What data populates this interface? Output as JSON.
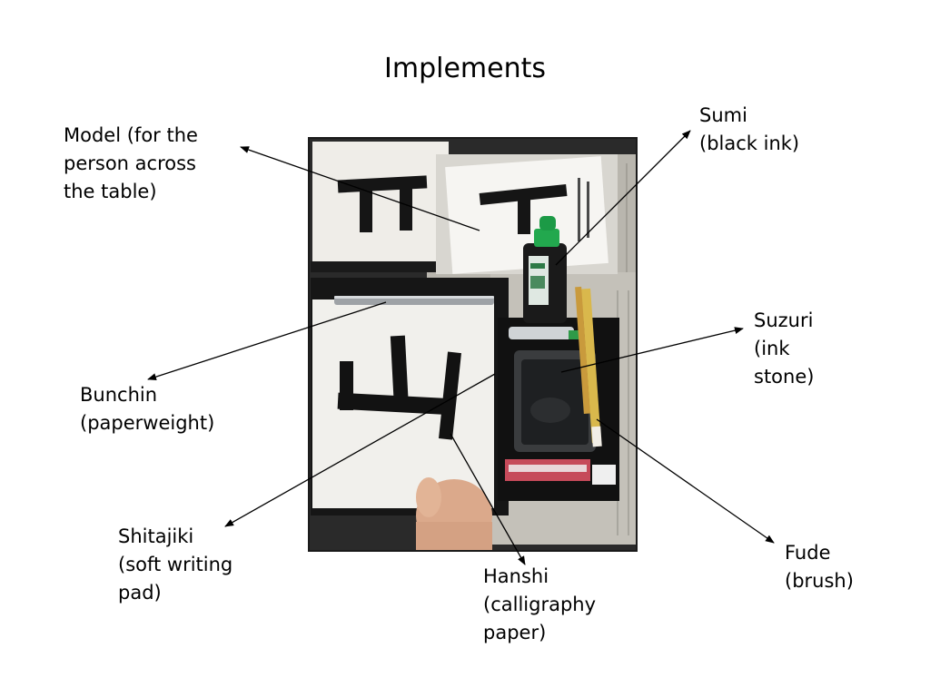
{
  "slide": {
    "title": "Implements",
    "labels": {
      "model": [
        "Model (for the",
        "person across",
        "the table)"
      ],
      "sumi": [
        "Sumi",
        "(black ink)"
      ],
      "suzuri": [
        "Suzuri",
        "(ink",
        "stone)"
      ],
      "bunchin": [
        "Bunchin",
        "(paperweight)"
      ],
      "shitajiki": [
        "Shitajiki",
        "(soft writing",
        "pad)"
      ],
      "hanshi": [
        "Hanshi",
        "(calligraphy",
        "paper)"
      ],
      "fude": [
        "Fude",
        "(brush)"
      ]
    }
  }
}
